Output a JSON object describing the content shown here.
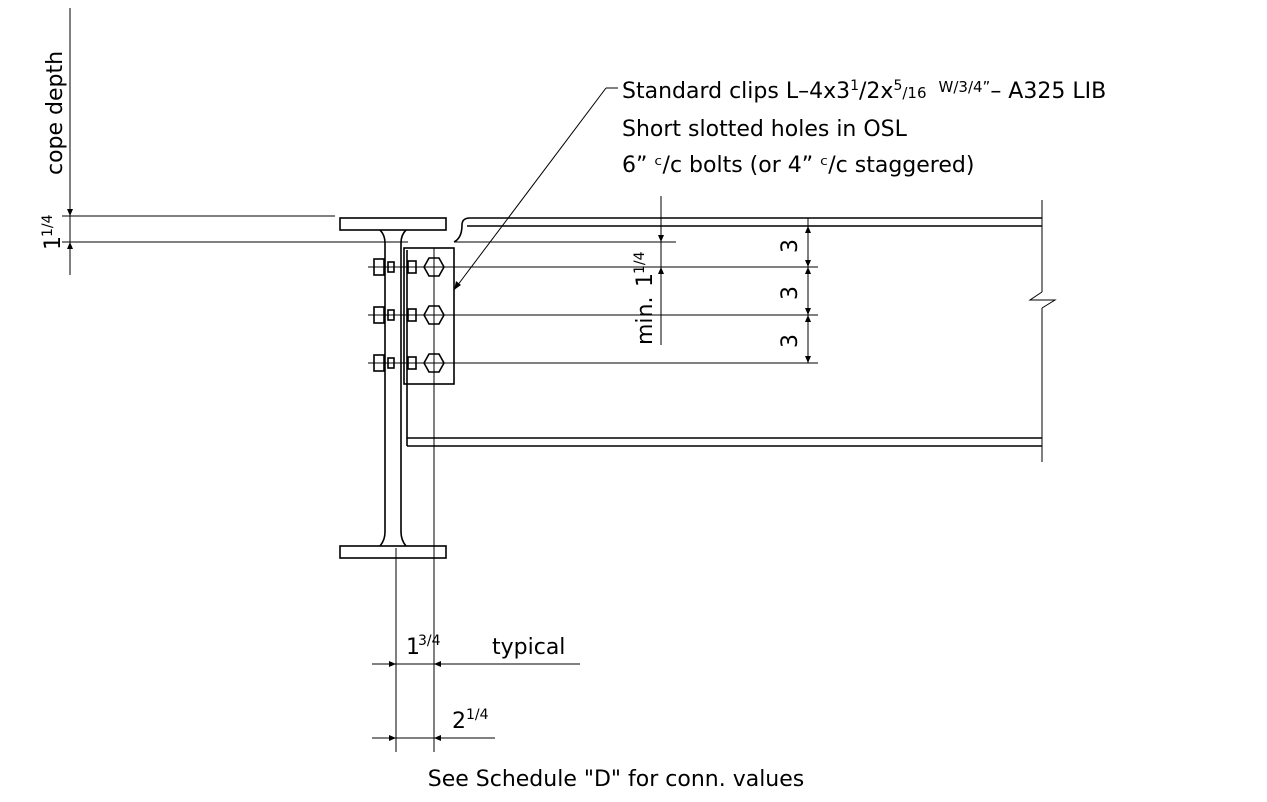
{
  "note": {
    "line1_prefix": "Standard clips L–4x3",
    "line1_sup": "1",
    "line1_sub": "/2x",
    "line1_sup2": "5",
    "line1_sub2": "/16",
    "line1_weld": "W/3/4”",
    "line1_suffix": "– A325 LIB",
    "line2": "Short slotted holes in OSL",
    "line3": "6” ᶜ/c bolts (or 4” ᶜ/c staggered)"
  },
  "dims": {
    "cope_depth": "cope depth",
    "cope_clear_whole": "1",
    "cope_clear_frac": "1/4",
    "min_label": "min.",
    "min_whole": "1",
    "min_frac": "1/4",
    "bolt_spacing": [
      "3",
      "3",
      "3"
    ],
    "gage_whole": "1",
    "gage_frac": "3/4",
    "typical": "typical",
    "edge_whole": "2",
    "edge_frac": "1/4"
  },
  "footer": "See Schedule \"D\" for conn. values"
}
